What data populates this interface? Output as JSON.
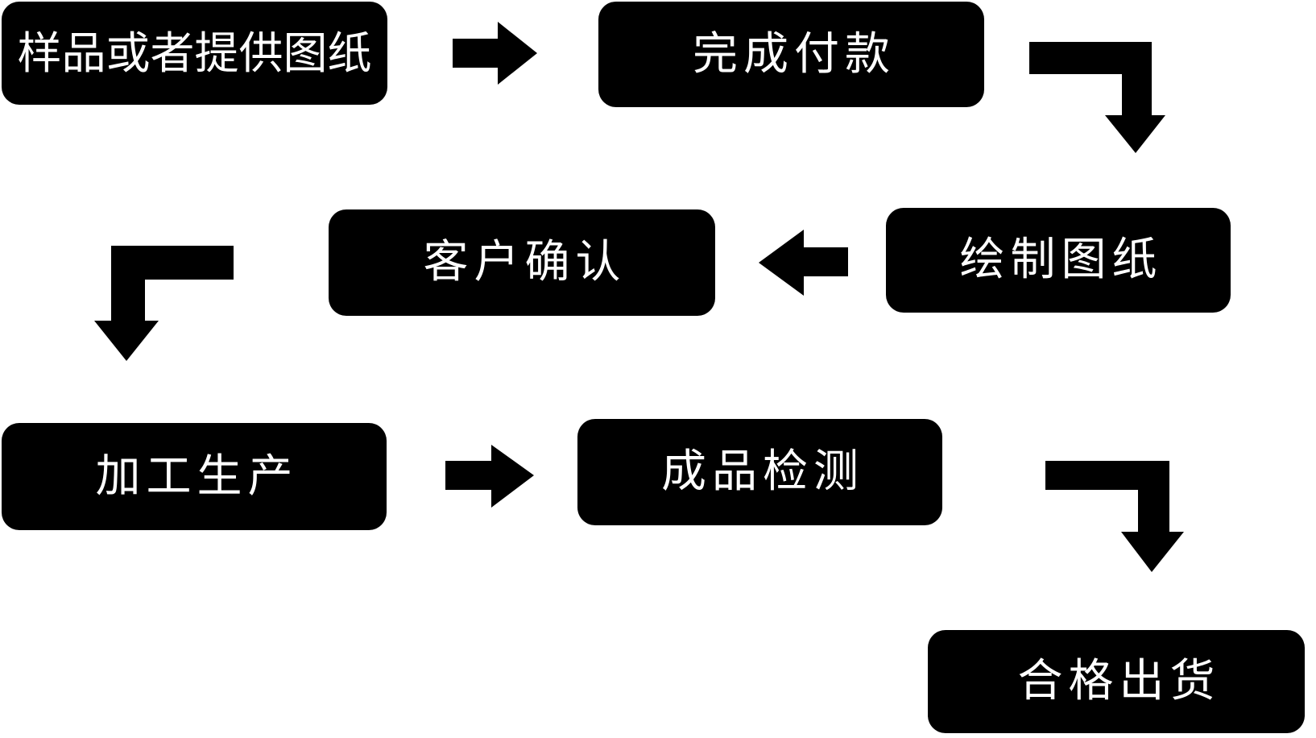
{
  "diagram": {
    "type": "flowchart",
    "colors": {
      "background": "#ffffff",
      "node_fill": "#000000",
      "node_text": "#ffffff",
      "arrow": "#000000"
    },
    "nodes": [
      {
        "label": "样品或者提供图纸"
      },
      {
        "label": "完成付款"
      },
      {
        "label": "客户确认"
      },
      {
        "label": "绘制图纸"
      },
      {
        "label": "加工生产"
      },
      {
        "label": "成品检测"
      },
      {
        "label": "合格出货"
      }
    ],
    "edges": [
      {
        "from": "样品或者提供图纸",
        "to": "完成付款",
        "arrow": "arrow-right-icon"
      },
      {
        "from": "完成付款",
        "to": "绘制图纸",
        "arrow": "arrow-elbow-right-down-icon"
      },
      {
        "from": "绘制图纸",
        "to": "客户确认",
        "arrow": "arrow-left-icon"
      },
      {
        "from": "客户确认",
        "to": "加工生产",
        "arrow": "arrow-elbow-left-down-icon"
      },
      {
        "from": "加工生产",
        "to": "成品检测",
        "arrow": "arrow-right-icon"
      },
      {
        "from": "成品检测",
        "to": "合格出货",
        "arrow": "arrow-elbow-right-down-icon"
      }
    ]
  }
}
